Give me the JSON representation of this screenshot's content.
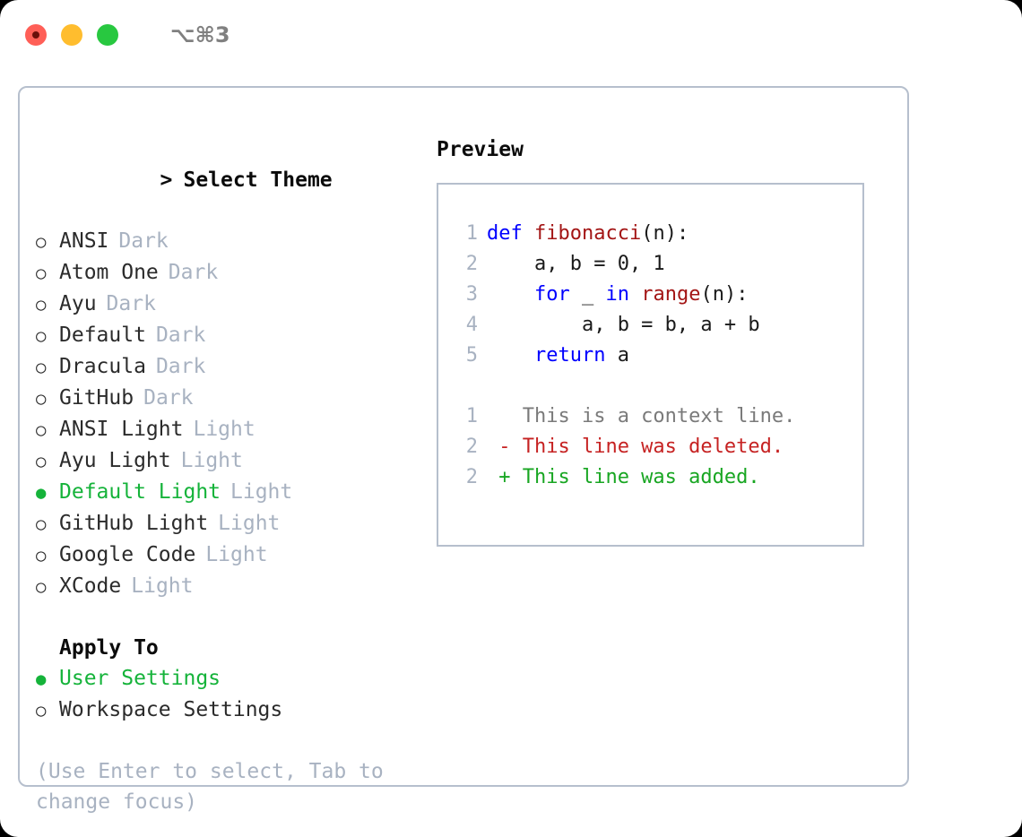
{
  "window": {
    "shortcut": "⌥⌘3",
    "traffic_lights": [
      {
        "name": "close",
        "color": "#ff5f57"
      },
      {
        "name": "minimize",
        "color": "#ffbd2e"
      },
      {
        "name": "maximize",
        "color": "#28c840"
      }
    ]
  },
  "colors": {
    "selected_green": "#15b33a",
    "muted": "#a8b2c1",
    "border": "#b6bfcd",
    "keyword_blue": "#0000ff",
    "function_red": "#a31515",
    "diff_add": "#18a622",
    "diff_del": "#c62222"
  },
  "theme_picker": {
    "caret": ">",
    "title": "Select Theme",
    "bullet_off": "○",
    "bullet_on": "●",
    "items": [
      {
        "label": "ANSI",
        "tag": "Dark",
        "selected": false
      },
      {
        "label": "Atom One",
        "tag": "Dark",
        "selected": false
      },
      {
        "label": "Ayu",
        "tag": "Dark",
        "selected": false
      },
      {
        "label": "Default",
        "tag": "Dark",
        "selected": false
      },
      {
        "label": "Dracula",
        "tag": "Dark",
        "selected": false
      },
      {
        "label": "GitHub",
        "tag": "Dark",
        "selected": false
      },
      {
        "label": "ANSI Light",
        "tag": "Light",
        "selected": false
      },
      {
        "label": "Ayu Light",
        "tag": "Light",
        "selected": false
      },
      {
        "label": "Default Light",
        "tag": "Light",
        "selected": true
      },
      {
        "label": "GitHub Light",
        "tag": "Light",
        "selected": false
      },
      {
        "label": "Google Code",
        "tag": "Light",
        "selected": false
      },
      {
        "label": "XCode",
        "tag": "Light",
        "selected": false
      }
    ]
  },
  "apply_to": {
    "title": "Apply To",
    "items": [
      {
        "label": "User Settings",
        "selected": true
      },
      {
        "label": "Workspace Settings",
        "selected": false
      }
    ]
  },
  "hint": "(Use Enter to select, Tab to change focus)",
  "preview": {
    "title": "Preview",
    "code_lines": [
      {
        "num": "1",
        "tokens": [
          {
            "t": "def ",
            "c": "kw"
          },
          {
            "t": "fibonacci",
            "c": "fn"
          },
          {
            "t": "(n):",
            "c": "plain"
          }
        ]
      },
      {
        "num": "2",
        "tokens": [
          {
            "t": "    a, b = 0, 1",
            "c": "plain"
          }
        ]
      },
      {
        "num": "3",
        "tokens": [
          {
            "t": "    ",
            "c": "plain"
          },
          {
            "t": "for",
            "c": "kw"
          },
          {
            "t": " _ ",
            "c": "plain"
          },
          {
            "t": "in",
            "c": "kw"
          },
          {
            "t": " ",
            "c": "plain"
          },
          {
            "t": "range",
            "c": "fn"
          },
          {
            "t": "(n):",
            "c": "plain"
          }
        ]
      },
      {
        "num": "4",
        "tokens": [
          {
            "t": "        a, b = b, a + b",
            "c": "plain"
          }
        ]
      },
      {
        "num": "5",
        "tokens": [
          {
            "t": "    ",
            "c": "plain"
          },
          {
            "t": "return",
            "c": "kw"
          },
          {
            "t": " a",
            "c": "plain"
          }
        ]
      }
    ],
    "diff_lines": [
      {
        "num": "1",
        "marker": " ",
        "text": "This is a context line.",
        "kind": "ctx"
      },
      {
        "num": "2",
        "marker": "-",
        "text": "This line was deleted.",
        "kind": "del"
      },
      {
        "num": "2",
        "marker": "+",
        "text": "This line was added.",
        "kind": "add"
      }
    ]
  }
}
